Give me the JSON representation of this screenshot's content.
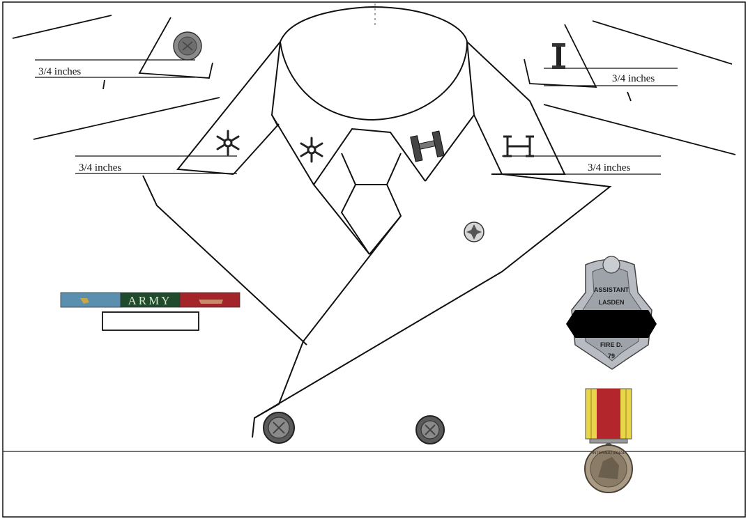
{
  "measurements": {
    "top_left": "3/4 inches",
    "top_right": "3/4 inches",
    "collar_left": "3/4 inches",
    "collar_right": "3/4 inches"
  },
  "ribbon": {
    "center_text": "ARMY",
    "colors": [
      "#5a8fb0",
      "#1f4a2e",
      "#a3252a"
    ]
  },
  "badge": {
    "top_text": "ASSISTANT",
    "city_text": "LASDEN",
    "bottom_text": "FIRE D.",
    "number": "79"
  },
  "medal": {
    "ribbon_colors": [
      "#e8d54a",
      "#b3262c"
    ],
    "rim_text": "INTERNATIONAL"
  },
  "icons": [
    "maltese-cross-pin",
    "bugle-insignia-left",
    "bugle-insignia-right",
    "captain-bars-insignia",
    "captain-bars-outline-insignia",
    "lieutenant-bar-insignia",
    "uniform-button-left",
    "uniform-button-right",
    "pocket-maltese-cross",
    "shoulder-button"
  ]
}
